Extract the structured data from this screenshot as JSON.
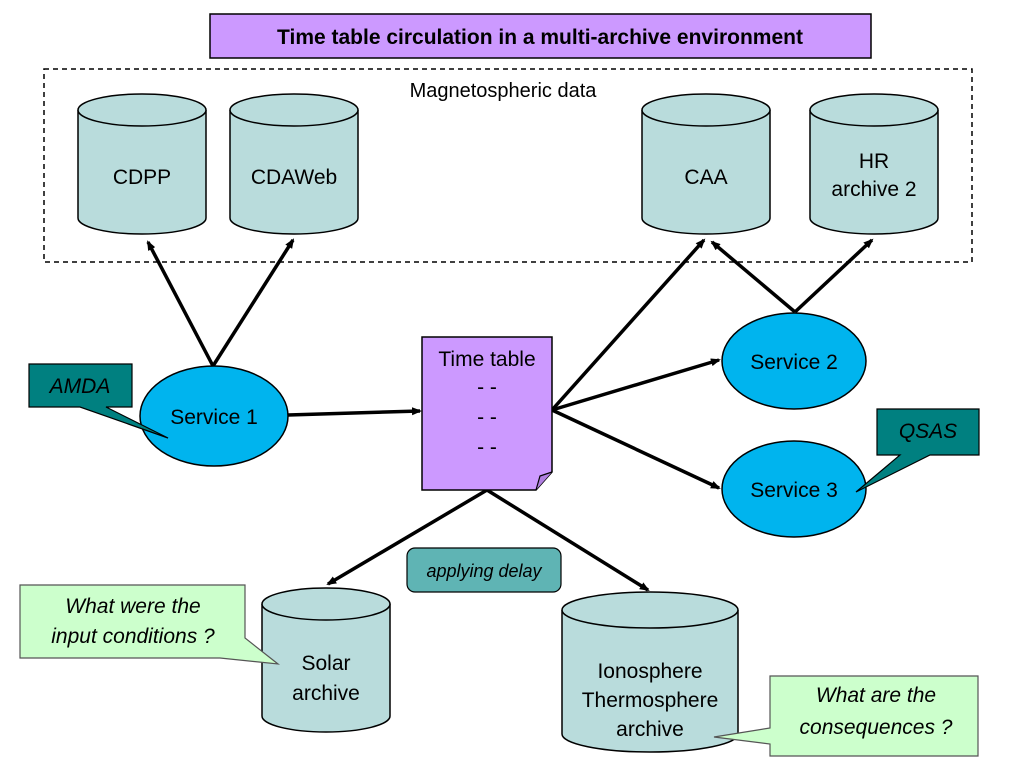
{
  "title": "Time table circulation in a multi-archive environment",
  "group_label": "Magnetospheric data",
  "archives": {
    "cdpp": "CDPP",
    "cdaweb": "CDAWeb",
    "caa": "CAA",
    "hr_line1": "HR",
    "hr_line2": "archive 2",
    "solar_line1": "Solar",
    "solar_line2": "archive",
    "iono_line1": "Ionosphere",
    "iono_line2": "Thermosphere",
    "iono_line3": "archive"
  },
  "services": {
    "service1": "Service 1",
    "service2": "Service 2",
    "service3": "Service 3"
  },
  "time_table": {
    "title": "Time table",
    "row1": "- -",
    "row2": "- -",
    "row3": "- -"
  },
  "callouts": {
    "amda": "AMDA",
    "qsas": "QSAS",
    "delay": "applying delay",
    "input_line1": "What were the",
    "input_line2": "input conditions ?",
    "consequence_line1": "What are the",
    "consequence_line2": "consequences ?"
  },
  "colors": {
    "archive_fill": "#b9dcdc",
    "service_fill": "#00b4ee",
    "timetable_fill": "#cc99ff",
    "title_fill": "#cc99ff",
    "callout_teal": "#008080",
    "callout_delay": "#5fb4b4",
    "callout_note": "#ccffcc"
  }
}
